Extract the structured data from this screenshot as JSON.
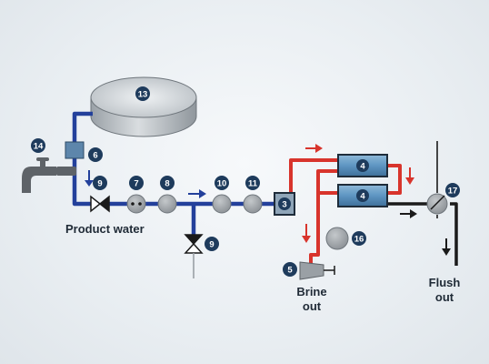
{
  "colors": {
    "product_line": "#23409b",
    "feed_line": "#d8342c",
    "drain_line": "#1a1a1a",
    "vessel": "#4d8ab8",
    "component": "#9ea3a7",
    "badge": "#1e3b5c"
  },
  "labels": {
    "product_water": "Product water",
    "brine_line1": "Brine",
    "brine_line2": "out",
    "flush_line1": "Flush",
    "flush_line2": "out"
  },
  "badges": {
    "b3": "3",
    "b4a": "4",
    "b4b": "4",
    "b5": "5",
    "b6": "6",
    "b7": "7",
    "b8": "8",
    "b9a": "9",
    "b9b": "9",
    "b10": "10",
    "b11": "11",
    "b13": "13",
    "b14": "14",
    "b16": "16",
    "b17": "17"
  },
  "icons": [
    "tank-icon",
    "faucet-icon",
    "valve-icon",
    "pump-icon",
    "gauge-icon",
    "pressure-vessel-icon",
    "arrow-icon"
  ]
}
